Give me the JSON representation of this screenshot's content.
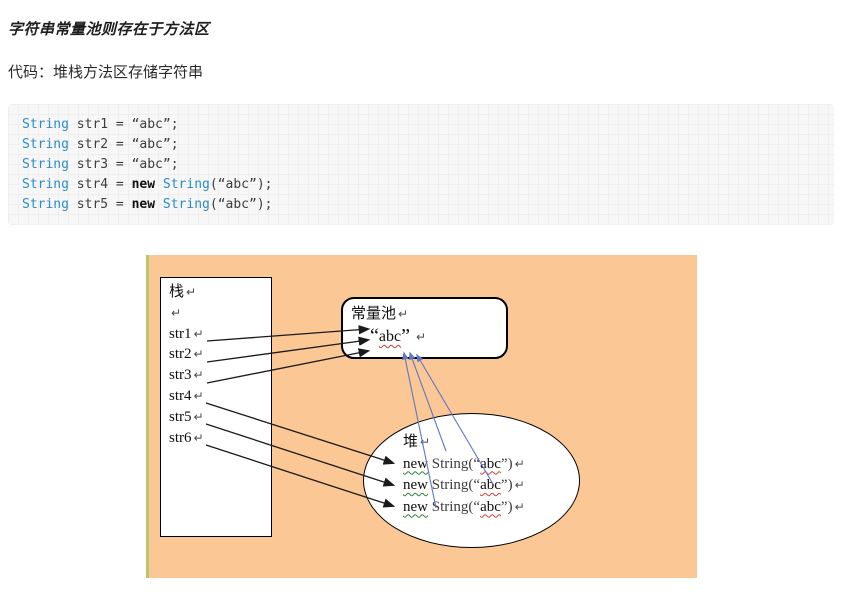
{
  "page": {
    "title": "字符串常量池则存在于方法区",
    "subtitle": "代码：堆栈方法区存储字符串"
  },
  "code": {
    "lines": [
      [
        {
          "s": "type",
          "t": "String"
        },
        {
          "s": "p",
          "t": " str1 = “abc”;"
        }
      ],
      [
        {
          "s": "type",
          "t": "String"
        },
        {
          "s": "p",
          "t": " str2 = “abc”;"
        }
      ],
      [
        {
          "s": "type",
          "t": "String"
        },
        {
          "s": "p",
          "t": " str3 = “abc”;"
        }
      ],
      [
        {
          "s": "type",
          "t": "String"
        },
        {
          "s": "p",
          "t": " str4 = "
        },
        {
          "s": "new",
          "t": "new"
        },
        {
          "s": "p",
          "t": " "
        },
        {
          "s": "type",
          "t": "String"
        },
        {
          "s": "p",
          "t": "(“abc”);"
        }
      ],
      [
        {
          "s": "type",
          "t": "String"
        },
        {
          "s": "p",
          "t": " str5 = "
        },
        {
          "s": "new",
          "t": "new"
        },
        {
          "s": "p",
          "t": " "
        },
        {
          "s": "type",
          "t": "String"
        },
        {
          "s": "p",
          "t": "(“abc”);"
        }
      ]
    ]
  },
  "diagram": {
    "return_mark": "↵",
    "stack": {
      "label": "栈",
      "items": [
        "str1",
        "str2",
        "str3",
        "str4",
        "str5",
        "str6"
      ]
    },
    "pool": {
      "label": "常量池",
      "value_tokens": [
        {
          "s": "q",
          "t": "“"
        },
        {
          "s": "r",
          "t": "abc"
        },
        {
          "s": "q",
          "t": "”"
        }
      ]
    },
    "heap": {
      "label": "堆",
      "entries": [
        [
          {
            "s": "g",
            "t": "new"
          },
          {
            "s": "p",
            "t": " String(“"
          },
          {
            "s": "r",
            "t": "abc"
          },
          {
            "s": "p",
            "t": "”)"
          }
        ],
        [
          {
            "s": "g",
            "t": "new"
          },
          {
            "s": "p",
            "t": " String(“"
          },
          {
            "s": "r",
            "t": "abc"
          },
          {
            "s": "p",
            "t": "”)"
          }
        ],
        [
          {
            "s": "g",
            "t": "new"
          },
          {
            "s": "p",
            "t": " String(“"
          },
          {
            "s": "r",
            "t": "abc"
          },
          {
            "s": "p",
            "t": "”)"
          }
        ]
      ]
    },
    "connections": {
      "black_arrows": [
        {
          "from": "str1",
          "to": "pool-value"
        },
        {
          "from": "str2",
          "to": "pool-value"
        },
        {
          "from": "str3",
          "to": "pool-value"
        },
        {
          "from": "str4",
          "to": "heap-entry-1"
        },
        {
          "from": "str5",
          "to": "heap-entry-2"
        },
        {
          "from": "str6",
          "to": "heap-entry-3"
        }
      ],
      "blue_arrows": [
        {
          "from": "heap-entry-1",
          "to": "pool-value"
        },
        {
          "from": "heap-entry-2",
          "to": "pool-value"
        },
        {
          "from": "heap-entry-3",
          "to": "pool-value"
        }
      ]
    }
  },
  "colors": {
    "diagram_bg": "#fbc795",
    "left_bar": "#b5c96b",
    "arrow_black": "#1a1a1a",
    "arrow_blue": "#5f77c8",
    "squiggle_red": "#d03a3a",
    "squiggle_green": "#2f7d32",
    "keyword_blue": "#2e8bc8",
    "code_bg": "#f7f7f7",
    "code_text": "#3d3d3d"
  }
}
